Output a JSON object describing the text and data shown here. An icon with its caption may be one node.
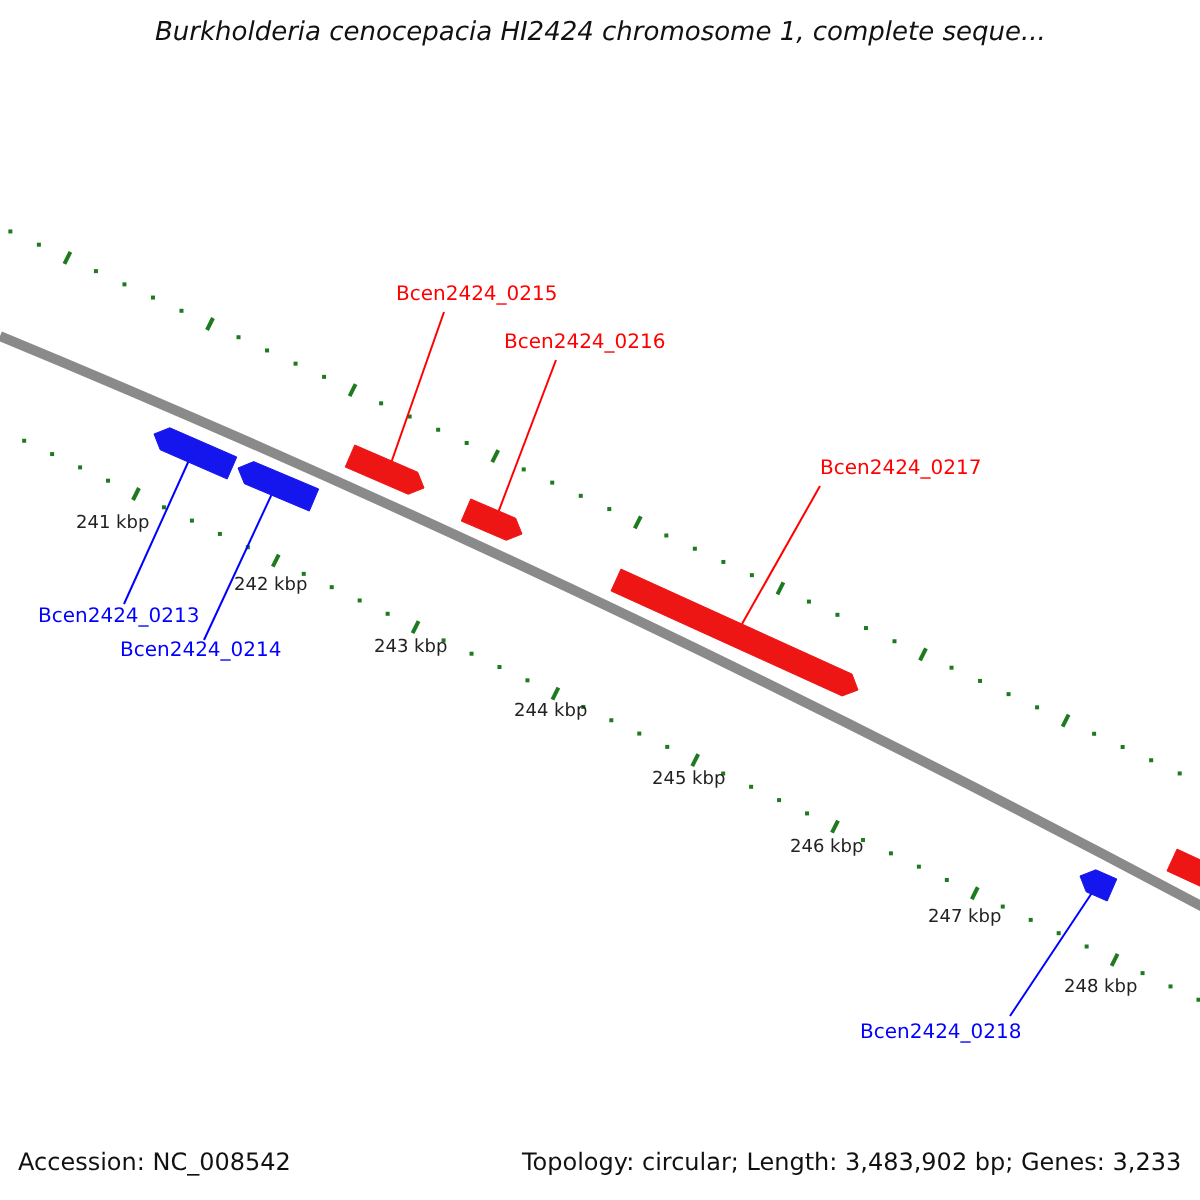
{
  "diagram": {
    "title": "Burkholderia cenocepacia HI2424 chromosome 1, complete seque...",
    "nodes": [
      {
        "text": [
          "Bcen2424_0213"
        ]
      },
      {
        "text": [
          "Bcen2424_0214"
        ]
      },
      {
        "text": [
          "Bcen2424_0215"
        ]
      },
      {
        "text": [
          "Bcen2424_0216"
        ]
      },
      {
        "text": [
          "Bcen2424_0217"
        ]
      },
      {
        "text": [
          "Bcen2424_0218"
        ]
      },
      {
        "text": [],
        "shape": "arrow"
      },
      {
        "text": [],
        "shape": "arrow"
      },
      {
        "text": [],
        "shape": "arrow"
      },
      {
        "text": [],
        "shape": "arrow"
      },
      {
        "text": [],
        "shape": "arrow"
      },
      {
        "text": [],
        "shape": "arrow"
      },
      {
        "text": [],
        "shape": "arrow"
      }
    ],
    "edges": [
      {
        "from": 0,
        "to": 6,
        "arrow": "none",
        "color": "#0000ff"
      },
      {
        "from": 1,
        "to": 7,
        "arrow": "none",
        "color": "#0000ff"
      },
      {
        "from": 2,
        "to": 8,
        "arrow": "none",
        "color": "#ff0000"
      },
      {
        "from": 3,
        "to": 9,
        "arrow": "none",
        "color": "#ff0000"
      },
      {
        "from": 4,
        "to": 10,
        "arrow": "none",
        "color": "#ff0000"
      },
      {
        "from": 5,
        "to": 11,
        "arrow": "none",
        "color": "#0000ff"
      }
    ],
    "labels": [
      "241 kbp",
      "242 kbp",
      "243 kbp",
      "244 kbp",
      "245 kbp",
      "246 kbp",
      "247 kbp",
      "248 kbp",
      "Accession: NC_008542",
      "Topology: circular; Length: 3,483,902 bp; Genes: 3,233"
    ]
  }
}
